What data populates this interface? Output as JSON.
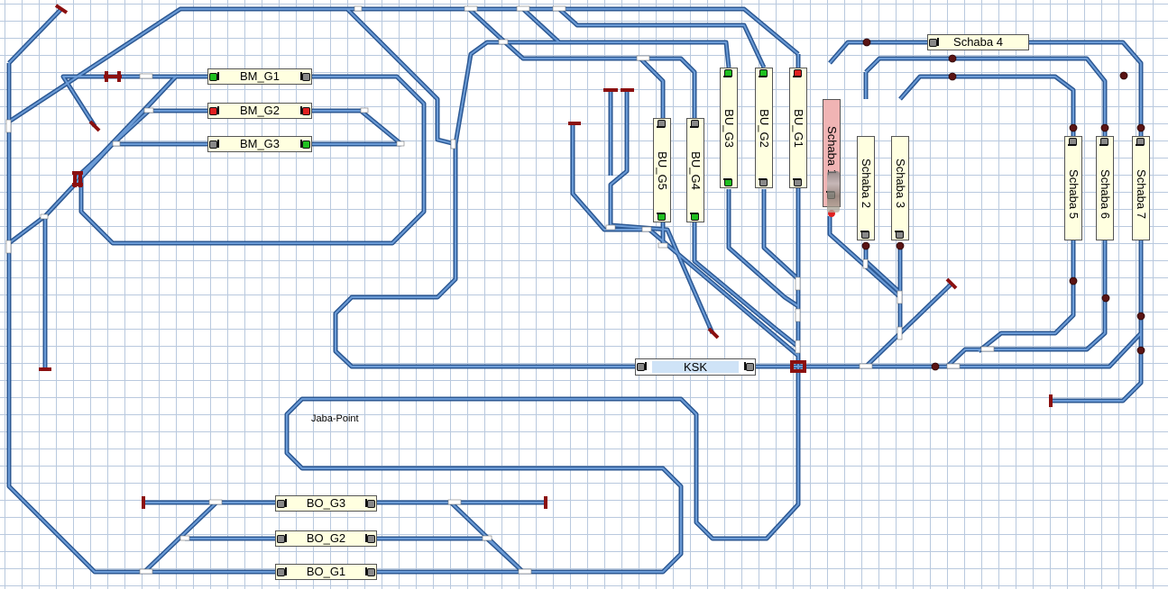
{
  "layout": {
    "title": "Track layout",
    "free_text": "Jaba-Point"
  },
  "colors": {
    "track": "#2c5893",
    "track_inner": "#6b9bd6",
    "grid": "#b9c9de",
    "block_free": "#ffffe0",
    "block_occupied": "#f0b4b4",
    "block_route": "#cfe3f7",
    "bumper": "#8b1010",
    "signal_green": "#1fbf1f",
    "signal_red": "#e02020",
    "signal_off": "#888888",
    "contact": "#5a1414"
  },
  "blocks": {
    "bm_g1": {
      "label": "BM_G1",
      "state": "free",
      "signal_left": "green",
      "signal_right": "off"
    },
    "bm_g2": {
      "label": "BM_G2",
      "state": "free",
      "signal_left": "red",
      "signal_right": "red"
    },
    "bm_g3": {
      "label": "BM_G3",
      "state": "free",
      "signal_left": "off",
      "signal_right": "green"
    },
    "bu_g5": {
      "label": "BU_G5",
      "state": "free",
      "signal_top": "off",
      "signal_bottom": "green"
    },
    "bu_g4": {
      "label": "BU_G4",
      "state": "free",
      "signal_top": "off",
      "signal_bottom": "green"
    },
    "bu_g3": {
      "label": "BU_G3",
      "state": "free",
      "signal_top": "green",
      "signal_bottom": "green"
    },
    "bu_g2": {
      "label": "BU_G2",
      "state": "free",
      "signal_top": "green",
      "signal_bottom": "off"
    },
    "bu_g1": {
      "label": "BU_G1",
      "state": "free",
      "signal_top": "red",
      "signal_bottom": "off"
    },
    "schaba_1": {
      "label": "Schaba 1",
      "state": "occupied",
      "signal_bottom": "off"
    },
    "schaba_2": {
      "label": "Schaba 2",
      "state": "free",
      "signal_bottom": "off"
    },
    "schaba_3": {
      "label": "Schaba 3",
      "state": "free",
      "signal_bottom": "off"
    },
    "schaba_4": {
      "label": "Schaba 4",
      "state": "free",
      "signal_left": "off"
    },
    "schaba_5": {
      "label": "Schaba 5",
      "state": "free",
      "signal_top": "off"
    },
    "schaba_6": {
      "label": "Schaba 6",
      "state": "free",
      "signal_top": "off"
    },
    "schaba_7": {
      "label": "Schaba 7",
      "state": "free",
      "signal_top": "off"
    },
    "ksk": {
      "label": "KSK",
      "state": "route",
      "signal_left": "off",
      "signal_right": "off"
    },
    "bo_g3": {
      "label": "BO_G3",
      "state": "free",
      "signal_left": "off",
      "signal_right": "off"
    },
    "bo_g2": {
      "label": "BO_G2",
      "state": "free",
      "signal_left": "off",
      "signal_right": "off"
    },
    "bo_g1": {
      "label": "BO_G1",
      "state": "free",
      "signal_left": "off",
      "signal_right": "off"
    }
  }
}
